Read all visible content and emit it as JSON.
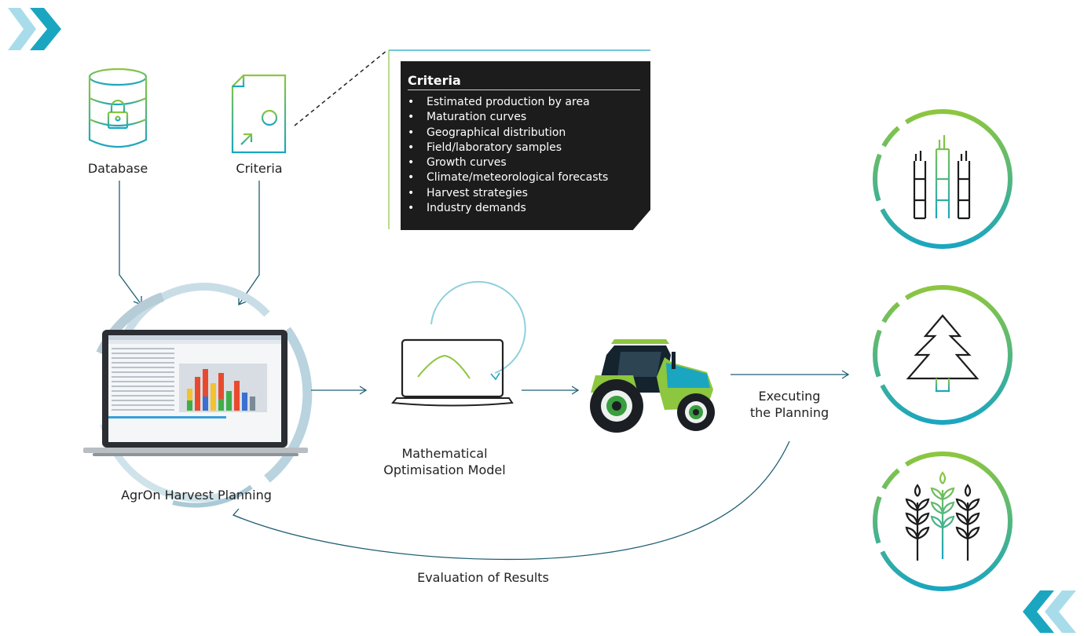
{
  "colors": {
    "teal": "#1aa6c0",
    "green": "#8dc63f",
    "arrow": "#1f5f74",
    "dark": "#1c1c1c",
    "ring": "#b9d3df"
  },
  "icons": {
    "database": "database-lock-icon",
    "criteria": "document-criteria-icon",
    "model": "laptop-chart-icon",
    "tractor": "tractor-icon",
    "sugarcane": "sugarcane-icon",
    "forest": "pine-tree-icon",
    "grain": "wheat-icon"
  },
  "labels": {
    "database": "Database",
    "criteria": "Criteria",
    "harvest_planning": "AgrOn Harvest Planning",
    "model_line1": "Mathematical",
    "model_line2": "Optimisation Model",
    "executing_line1": "Executing",
    "executing_line2": "the Planning",
    "evaluation": "Evaluation of Results"
  },
  "criteria_box": {
    "title": "Criteria",
    "items": [
      "Estimated production by area",
      "Maturation curves",
      "Geographical distribution",
      "Field/laboratory samples",
      "Growth curves",
      "Climate/meteorological forecasts",
      "Harvest strategies",
      "Industry demands"
    ]
  }
}
